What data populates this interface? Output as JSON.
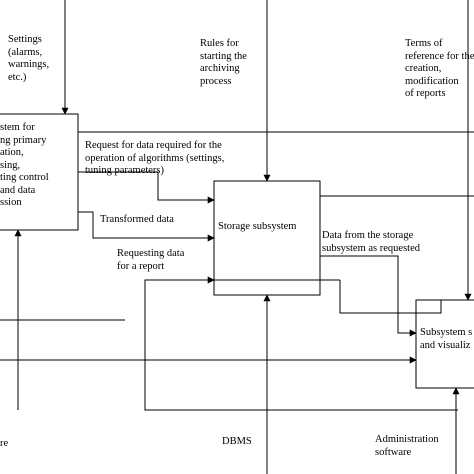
{
  "diagram": {
    "blocks": {
      "left": "stem for\nng primary\nation,\nsing,\nting control\nand data\nssion",
      "storage": "Storage subsystem",
      "right": "Subsystem s\nand visualiz"
    },
    "labels": {
      "settings": "Settings\n(alarms,\nwarnings,\netc.)",
      "rules": "Rules for\nstarting the\narchiving\nprocess",
      "terms": "Terms of\nreference for the\ncreation,\nmodification\nof reports",
      "request_data": "Request for data required for the\noperation of algorithms (settings,\ntuning parameters)",
      "transformed": "Transformed data",
      "requesting": "Requesting data\nfor a report",
      "from_storage": "Data from the storage\nsubsystem as requested",
      "dbms": "DBMS",
      "admin": "Administration\nsoftware",
      "bottom_left": "re"
    }
  }
}
